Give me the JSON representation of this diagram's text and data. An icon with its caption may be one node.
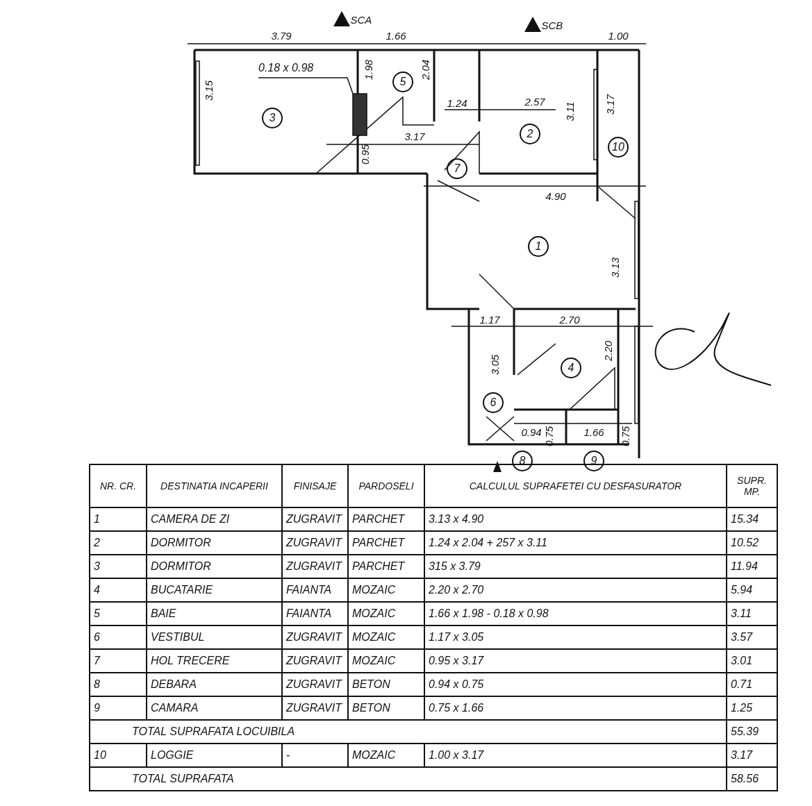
{
  "diagram": {
    "nodes": [
      {
        "text": [
          "0.18 x 0.98"
        ]
      },
      {
        "text": [],
        "shape": "box"
      }
    ],
    "edges": [
      {
        "from": 0,
        "to": 1,
        "arrow": "none"
      }
    ],
    "labels": [
      "SCA",
      "SCB",
      "3.79",
      "1.66",
      "2.04",
      "1.00",
      "1.98",
      "5",
      "3.15",
      "3",
      "1.24",
      "2.57",
      "3.11",
      "3.17",
      "2",
      "10",
      "3.17",
      "0.95",
      "7",
      "4.90",
      "1",
      "3.13",
      "1.17",
      "2.70",
      "3.05",
      "2.20",
      "4",
      "6",
      "0.94",
      "0.75",
      "1.66",
      "0.75",
      "8",
      "9",
      "NR. CR.",
      "DESTINATIA INCAPERII",
      "FINISAJE",
      "PARDOSELI",
      "CALCULUL SUPRAFETEI CU DESFASURATOR",
      "SUPR. MP.",
      "1",
      "CAMERA DE ZI",
      "ZUGRAVIT",
      "PARCHET",
      "3.13 x 4.90",
      "15.34",
      "2",
      "DORMITOR",
      "ZUGRAVIT",
      "PARCHET",
      "1.24 x 2.04 + 257 x 3.11",
      "10.52",
      "3",
      "DORMITOR",
      "ZUGRAVIT",
      "PARCHET",
      "315 x 3.79",
      "11.94",
      "4",
      "BUCATARIE",
      "FAIANTA",
      "MOZAIC",
      "2.20 x 2.70",
      "5.94",
      "5",
      "BAIE",
      "FAIANTA",
      "MOZAIC",
      "1.66 x 1.98 - 0.18 x 0.98",
      "3.11",
      "6",
      "VESTIBUL",
      "ZUGRAVIT",
      "MOZAIC",
      "1.17 x 3.05",
      "3.57",
      "7",
      "HOL TRECERE",
      "ZUGRAVIT",
      "MOZAIC",
      "0.95 x 3.17",
      "3.01",
      "8",
      "DEBARA",
      "ZUGRAVIT",
      "BETON",
      "0.94 x 0.75",
      "0.71",
      "9",
      "CAMARA",
      "ZUGRAVIT",
      "BETON",
      "0.75 x 1.66",
      "1.25",
      "TOTAL SUPRAFATA LOCUIBILA",
      "55.39",
      "10",
      "LOGGIE",
      "-",
      "MOZAIC",
      "1.00 x 3.17",
      "3.17",
      "TOTAL SUPRAFATA",
      "58.56"
    ]
  }
}
